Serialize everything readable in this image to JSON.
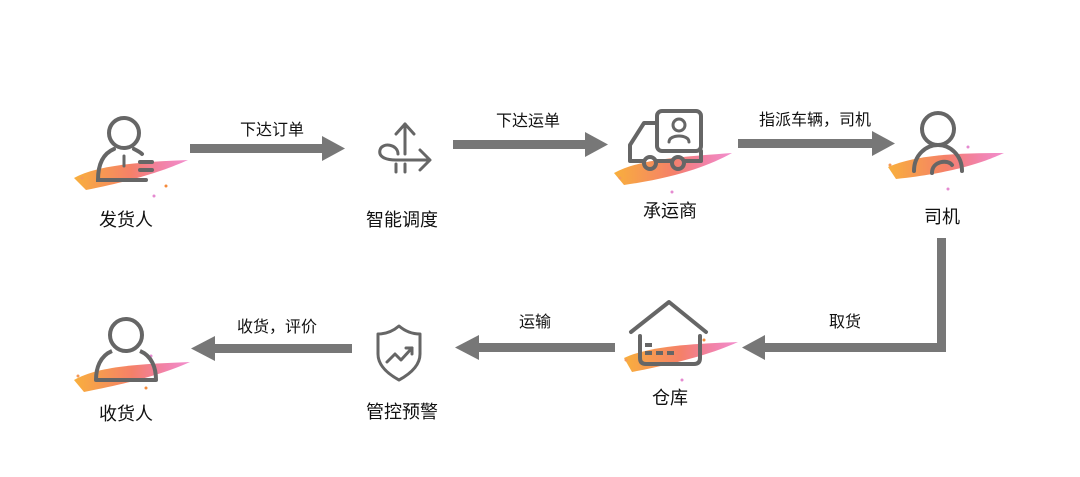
{
  "diagram": {
    "type": "flowchart",
    "colors": {
      "stroke": "#666666",
      "arrow": "#777777",
      "brush_start": "#f7a11a",
      "brush_mid": "#f36a4e",
      "brush_end": "#e5219b",
      "text": "#111111"
    },
    "nodes": [
      {
        "id": "shipper",
        "label": "发货人",
        "icon": "shipper-user-icon",
        "highlight": true
      },
      {
        "id": "dispatch",
        "label": "智能调度",
        "icon": "smart-dispatch-icon",
        "highlight": false
      },
      {
        "id": "carrier",
        "label": "承运商",
        "icon": "truck-icon",
        "highlight": true
      },
      {
        "id": "driver",
        "label": "司机",
        "icon": "driver-icon",
        "highlight": true
      },
      {
        "id": "warehouse",
        "label": "仓库",
        "icon": "warehouse-icon",
        "highlight": true
      },
      {
        "id": "monitor",
        "label": "管控预警",
        "icon": "shield-trend-icon",
        "highlight": false
      },
      {
        "id": "receiver",
        "label": "收货人",
        "icon": "receiver-user-icon",
        "highlight": true
      }
    ],
    "edges": [
      {
        "from": "shipper",
        "to": "dispatch",
        "label": "下达订单"
      },
      {
        "from": "dispatch",
        "to": "carrier",
        "label": "下达运单"
      },
      {
        "from": "carrier",
        "to": "driver",
        "label": "指派车辆，司机"
      },
      {
        "from": "driver",
        "to": "warehouse",
        "label": "取货"
      },
      {
        "from": "warehouse",
        "to": "monitor",
        "label": "运输"
      },
      {
        "from": "monitor",
        "to": "receiver",
        "label": "收货，评价"
      }
    ]
  }
}
